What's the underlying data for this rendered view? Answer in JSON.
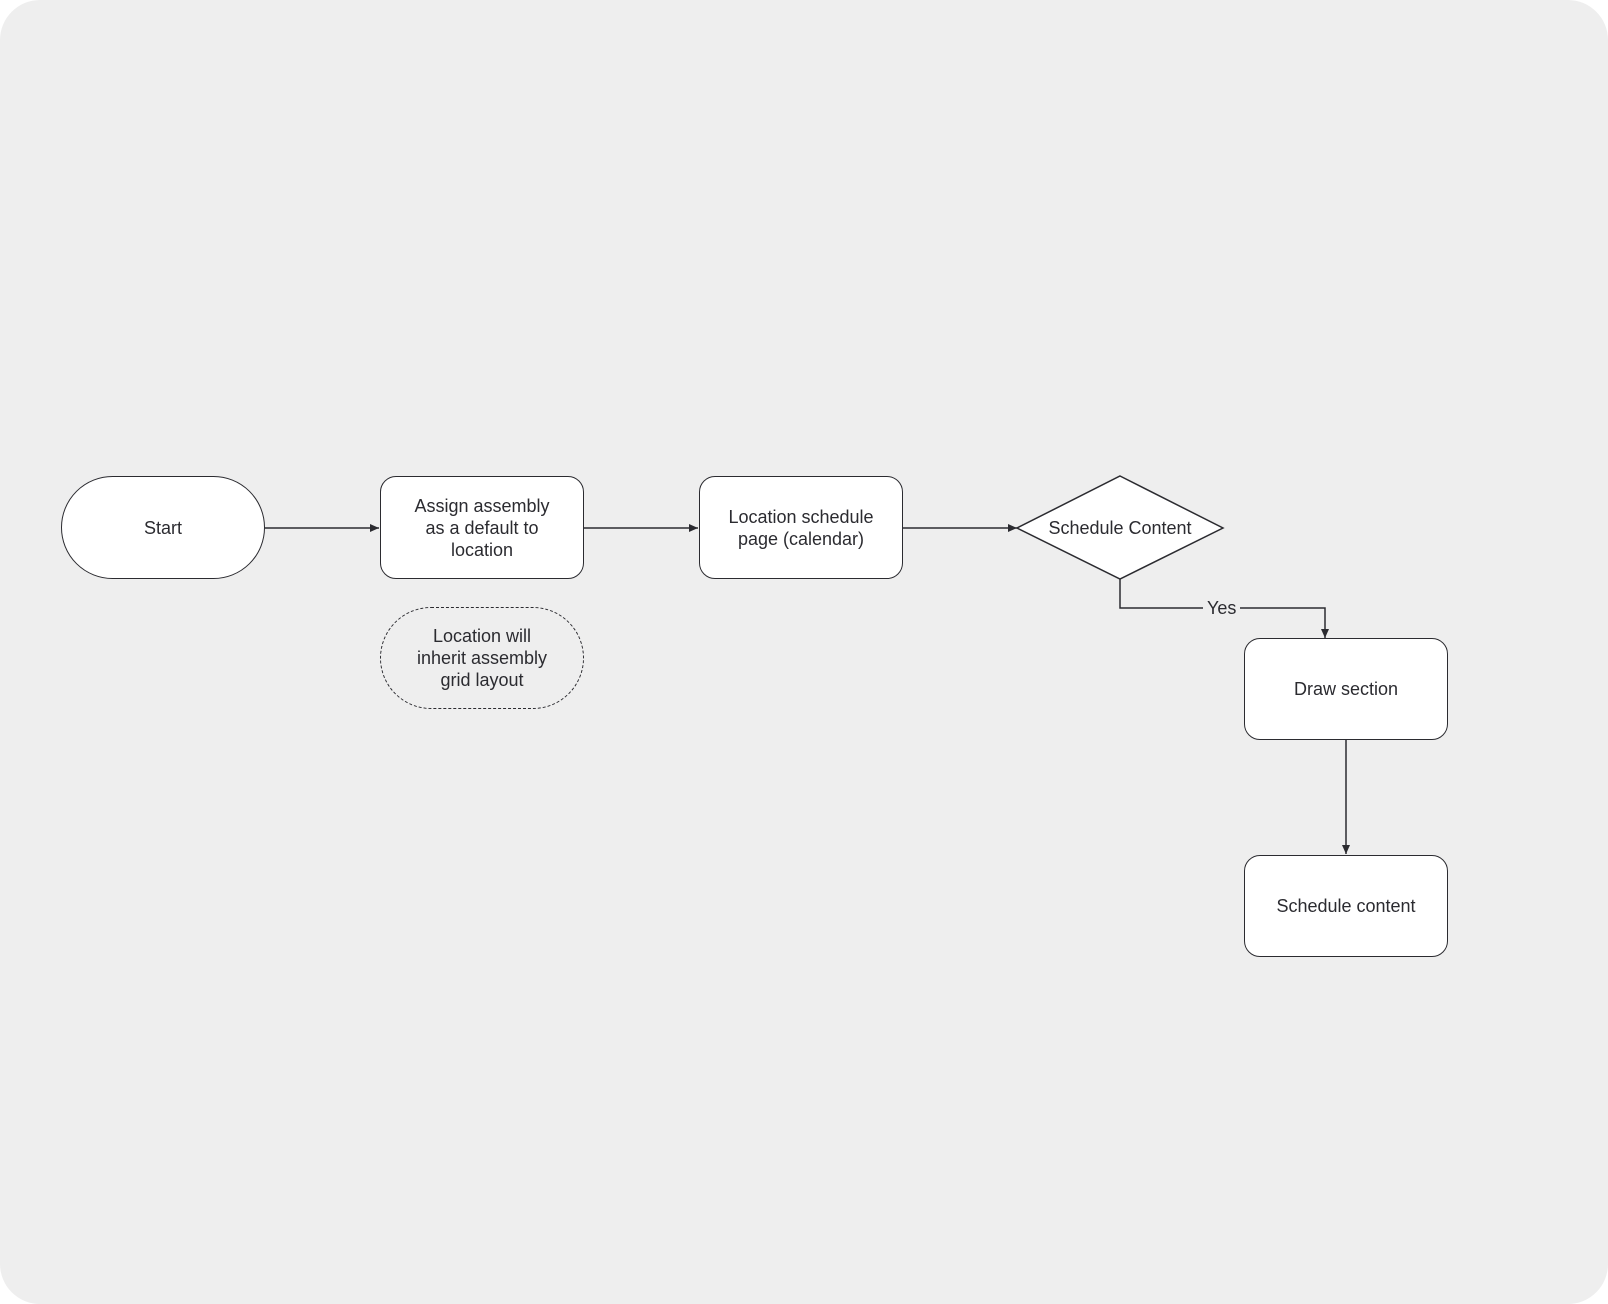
{
  "diagram": {
    "nodes": {
      "start": "Start",
      "assign": "Assign assembly\nas a default to\nlocation",
      "inherit_note": "Location will\ninherit assembly\ngrid layout",
      "location_schedule": "Location schedule\npage (calendar)",
      "decision": "Schedule Content",
      "draw_section": "Draw section",
      "schedule_content": "Schedule content"
    },
    "edge_labels": {
      "yes": "Yes"
    }
  },
  "colors": {
    "background": "#eeeeee",
    "node_fill": "#ffffff",
    "stroke": "#2b2b30"
  }
}
